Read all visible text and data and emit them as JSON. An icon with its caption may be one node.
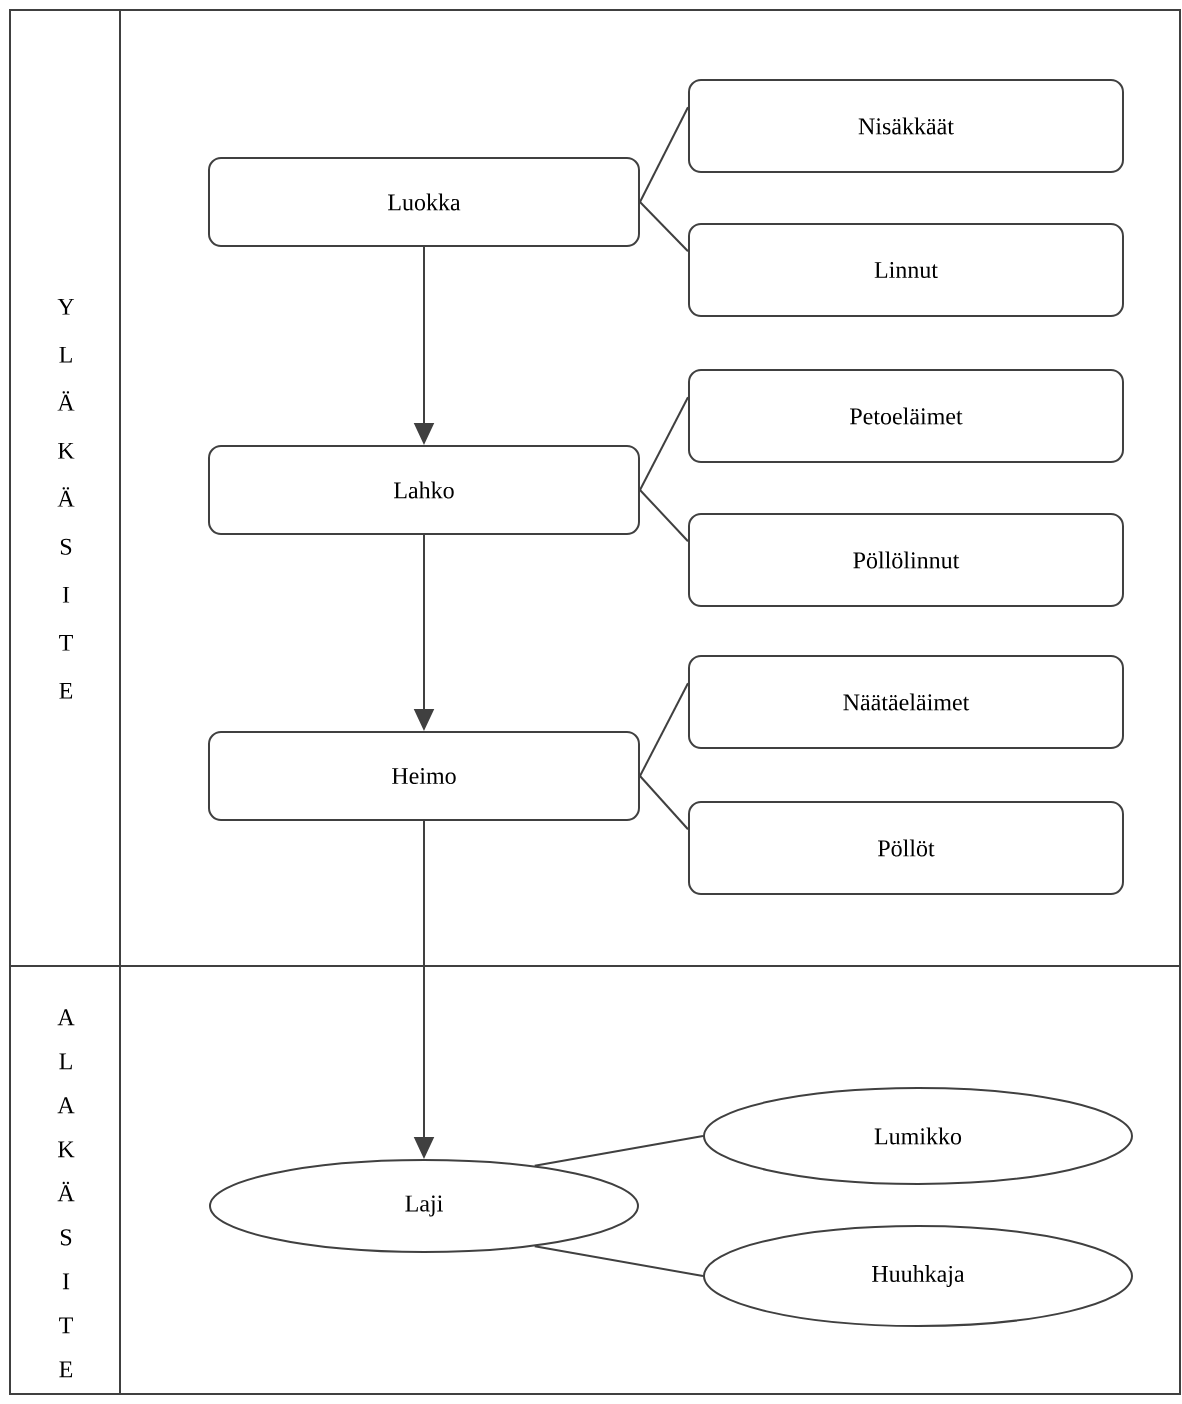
{
  "diagram": {
    "nodes": [
      {
        "text": [
          "Luokka"
        ]
      },
      {
        "text": [
          "Nisäkkäät"
        ]
      },
      {
        "text": [
          "Linnut"
        ]
      },
      {
        "text": [
          "Lahko"
        ]
      },
      {
        "text": [
          "Petoeläimet"
        ]
      },
      {
        "text": [
          "Pöllölinnut"
        ]
      },
      {
        "text": [
          "Heimo"
        ]
      },
      {
        "text": [
          "Näätäeläimet"
        ]
      },
      {
        "text": [
          "Pöllöt"
        ]
      },
      {
        "text": [
          "Laji"
        ]
      },
      {
        "text": [
          "Lumikko"
        ]
      },
      {
        "text": [
          "Huuhkaja"
        ]
      }
    ],
    "edges": [
      {
        "from": 0,
        "to": 3,
        "arrow": "to"
      },
      {
        "from": 3,
        "to": 6,
        "arrow": "to"
      },
      {
        "from": 6,
        "to": 9,
        "arrow": "to"
      },
      {
        "from": 0,
        "to": 1,
        "arrow": "none"
      },
      {
        "from": 0,
        "to": 2,
        "arrow": "none"
      },
      {
        "from": 3,
        "to": 4,
        "arrow": "none"
      },
      {
        "from": 3,
        "to": 5,
        "arrow": "none"
      },
      {
        "from": 6,
        "to": 7,
        "arrow": "none"
      },
      {
        "from": 6,
        "to": 8,
        "arrow": "none"
      },
      {
        "from": 9,
        "to": 10,
        "arrow": "none"
      },
      {
        "from": 9,
        "to": 11,
        "arrow": "none"
      }
    ],
    "labels": [
      "YLÄKÄSITE",
      "ALAKÄSITE"
    ]
  }
}
